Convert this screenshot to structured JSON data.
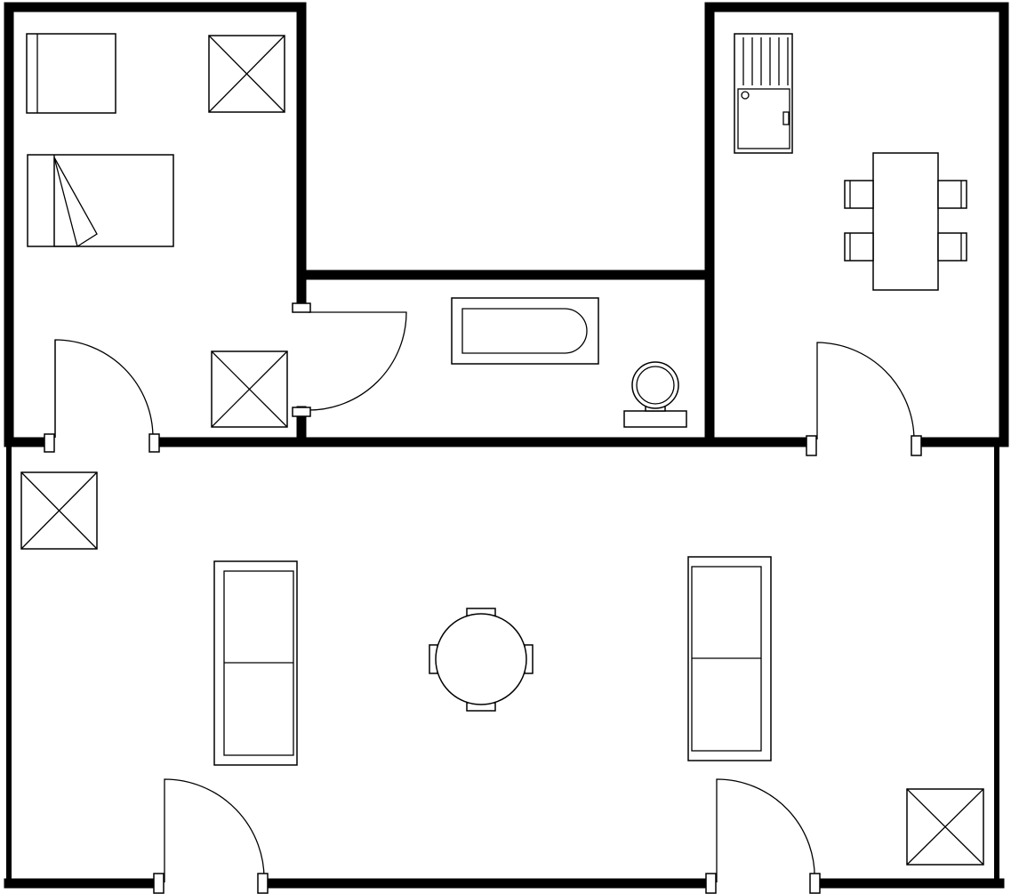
{
  "diagram": {
    "type": "floor-plan",
    "colors": {
      "wall": "#000000",
      "background": "#ffffff"
    },
    "rooms": [
      "bedroom",
      "bathroom",
      "kitchen",
      "living-room"
    ],
    "fixtures": [
      "bed",
      "nightstand",
      "box-item",
      "bathtub",
      "toilet",
      "sink",
      "dining-table",
      "chair",
      "sofa",
      "round-table",
      "door"
    ]
  }
}
